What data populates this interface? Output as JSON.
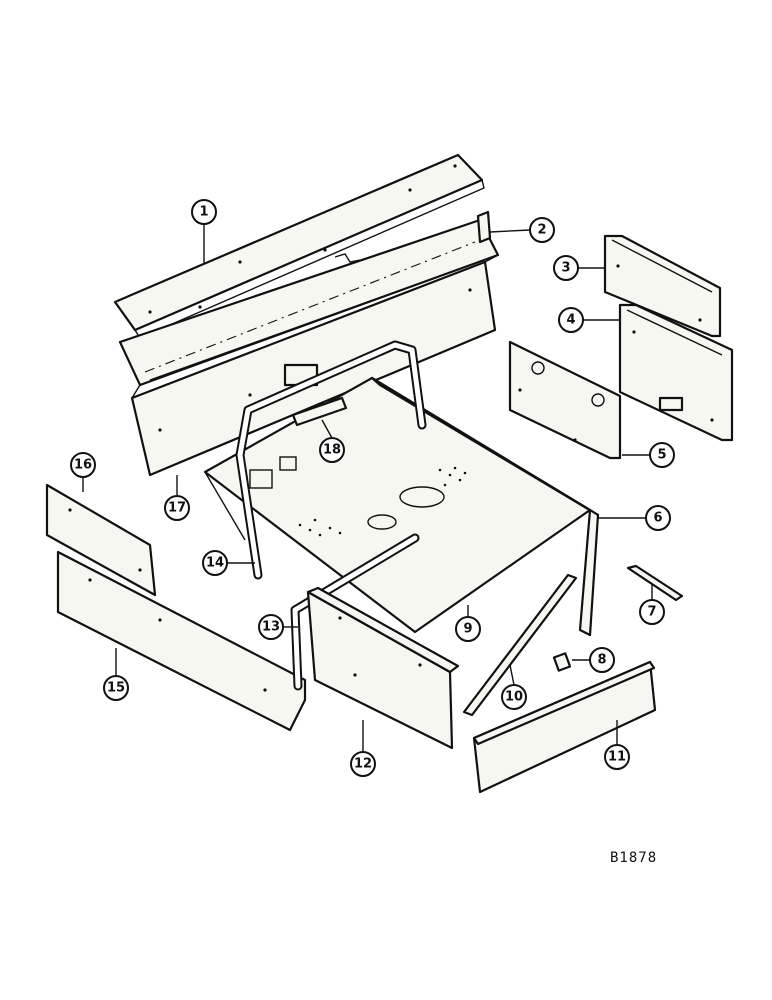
{
  "callouts": [
    "1",
    "2",
    "3",
    "4",
    "5",
    "6",
    "7",
    "8",
    "9",
    "10",
    "11",
    "12",
    "13",
    "14",
    "15",
    "16",
    "17",
    "18"
  ],
  "figure_code": "B1878"
}
